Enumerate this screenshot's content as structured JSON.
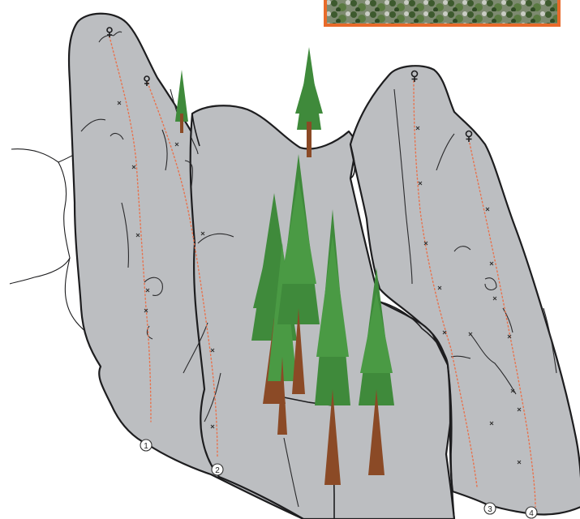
{
  "topo": {
    "routes": [
      {
        "number": "1"
      },
      {
        "number": "2"
      },
      {
        "number": "3"
      },
      {
        "number": "4"
      }
    ]
  },
  "colors": {
    "rock": "#bcbec1",
    "rock_outline": "#1d1d1f",
    "route_line": "#e8724d",
    "photo_frame": "#e86a2a",
    "tree_foliage": "#3f8a3b",
    "tree_trunk": "#8b4a26"
  },
  "icons": [
    "anchor-icon",
    "bolt-icon",
    "tree-icon",
    "route-number-icon",
    "photo-thumbnail"
  ]
}
